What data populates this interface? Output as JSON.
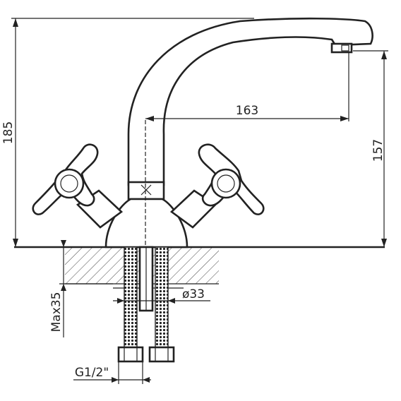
{
  "dimensions": {
    "height_total": "185",
    "spout_reach": "163",
    "spout_height": "157",
    "deck_thickness": "Max35",
    "shank_diameter": "ø33",
    "connection_thread": "G1/2\""
  }
}
